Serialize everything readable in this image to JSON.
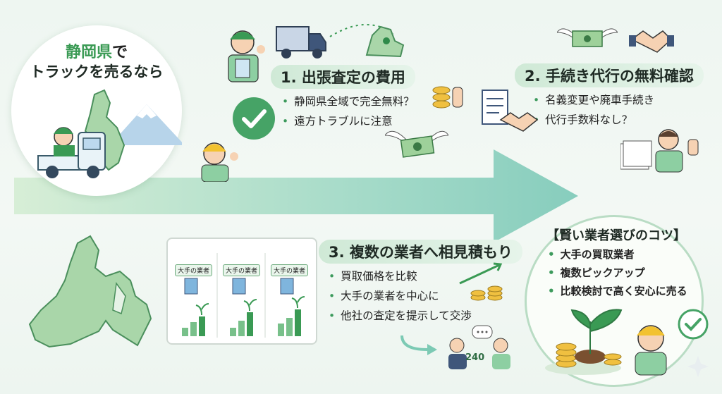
{
  "intro": {
    "region": "静岡県",
    "suffix": "で",
    "line2": "トラックを売るなら"
  },
  "section1": {
    "title": "1. 出張査定の費用",
    "bullets": [
      "静岡県全域で完全無料？",
      "遠方トラブルに注意"
    ]
  },
  "section2": {
    "title": "2. 手続き代行の無料確認",
    "bullets": [
      "名義変更や廃車手続き",
      "代行手数料なし？"
    ]
  },
  "section3": {
    "title": "3. 複数の業者へ相見積もり",
    "bullets": [
      "買取価格を比較",
      "大手の業者を中心に",
      "他社の査定を提示して交渉"
    ]
  },
  "tips": {
    "title": "【賢い業者選びのコツ】",
    "bullets": [
      "大手の買取業者",
      "複数ピックアップ",
      "比較検討で高く安心に売る"
    ]
  },
  "comparison": {
    "labels": [
      "大手の業者",
      "大手の業者",
      "大手の業者"
    ]
  },
  "negotiation_number": "240",
  "colors": {
    "accent": "#3a9a54",
    "arrow": "#8fd0c0",
    "heading_bg": "#cfe9d6"
  }
}
